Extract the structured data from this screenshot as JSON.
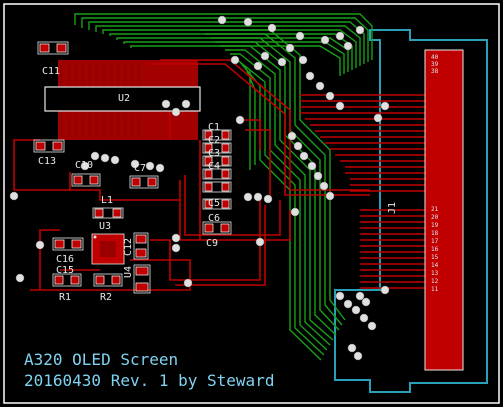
{
  "title_lines": [
    "A320 OLED Screen",
    "20160430 Rev. 1 by Steward"
  ],
  "refs": {
    "c11": "C11",
    "u2": "U2",
    "c1": "C1",
    "c2": "C2",
    "c3": "C3",
    "c4": "C4",
    "c5": "C5",
    "c6": "C6",
    "c9": "C9",
    "c13": "C13",
    "c10": "C10",
    "c7": "C7",
    "l1": "L1",
    "u3": "U3",
    "c16": "C16",
    "c15": "C15",
    "c12": "C12",
    "u4": "U4",
    "r1": "R1",
    "r2": "R2",
    "j1": "J1"
  },
  "connector_pins_top": [
    "40",
    "39",
    "38"
  ],
  "connector_pins_bottom": [
    "21",
    "20",
    "19",
    "18",
    "17",
    "16",
    "15",
    "14",
    "13",
    "12",
    "11"
  ],
  "colors": {
    "background": "#000000",
    "board_outline": "#ffffff",
    "copper_top": "#c00000",
    "copper_bottom": "#18a018",
    "edge": "#2aa0b8",
    "silkscreen": "#e8e8e8",
    "title_text": "#7fd3f0",
    "via": "#e0e0e0"
  }
}
